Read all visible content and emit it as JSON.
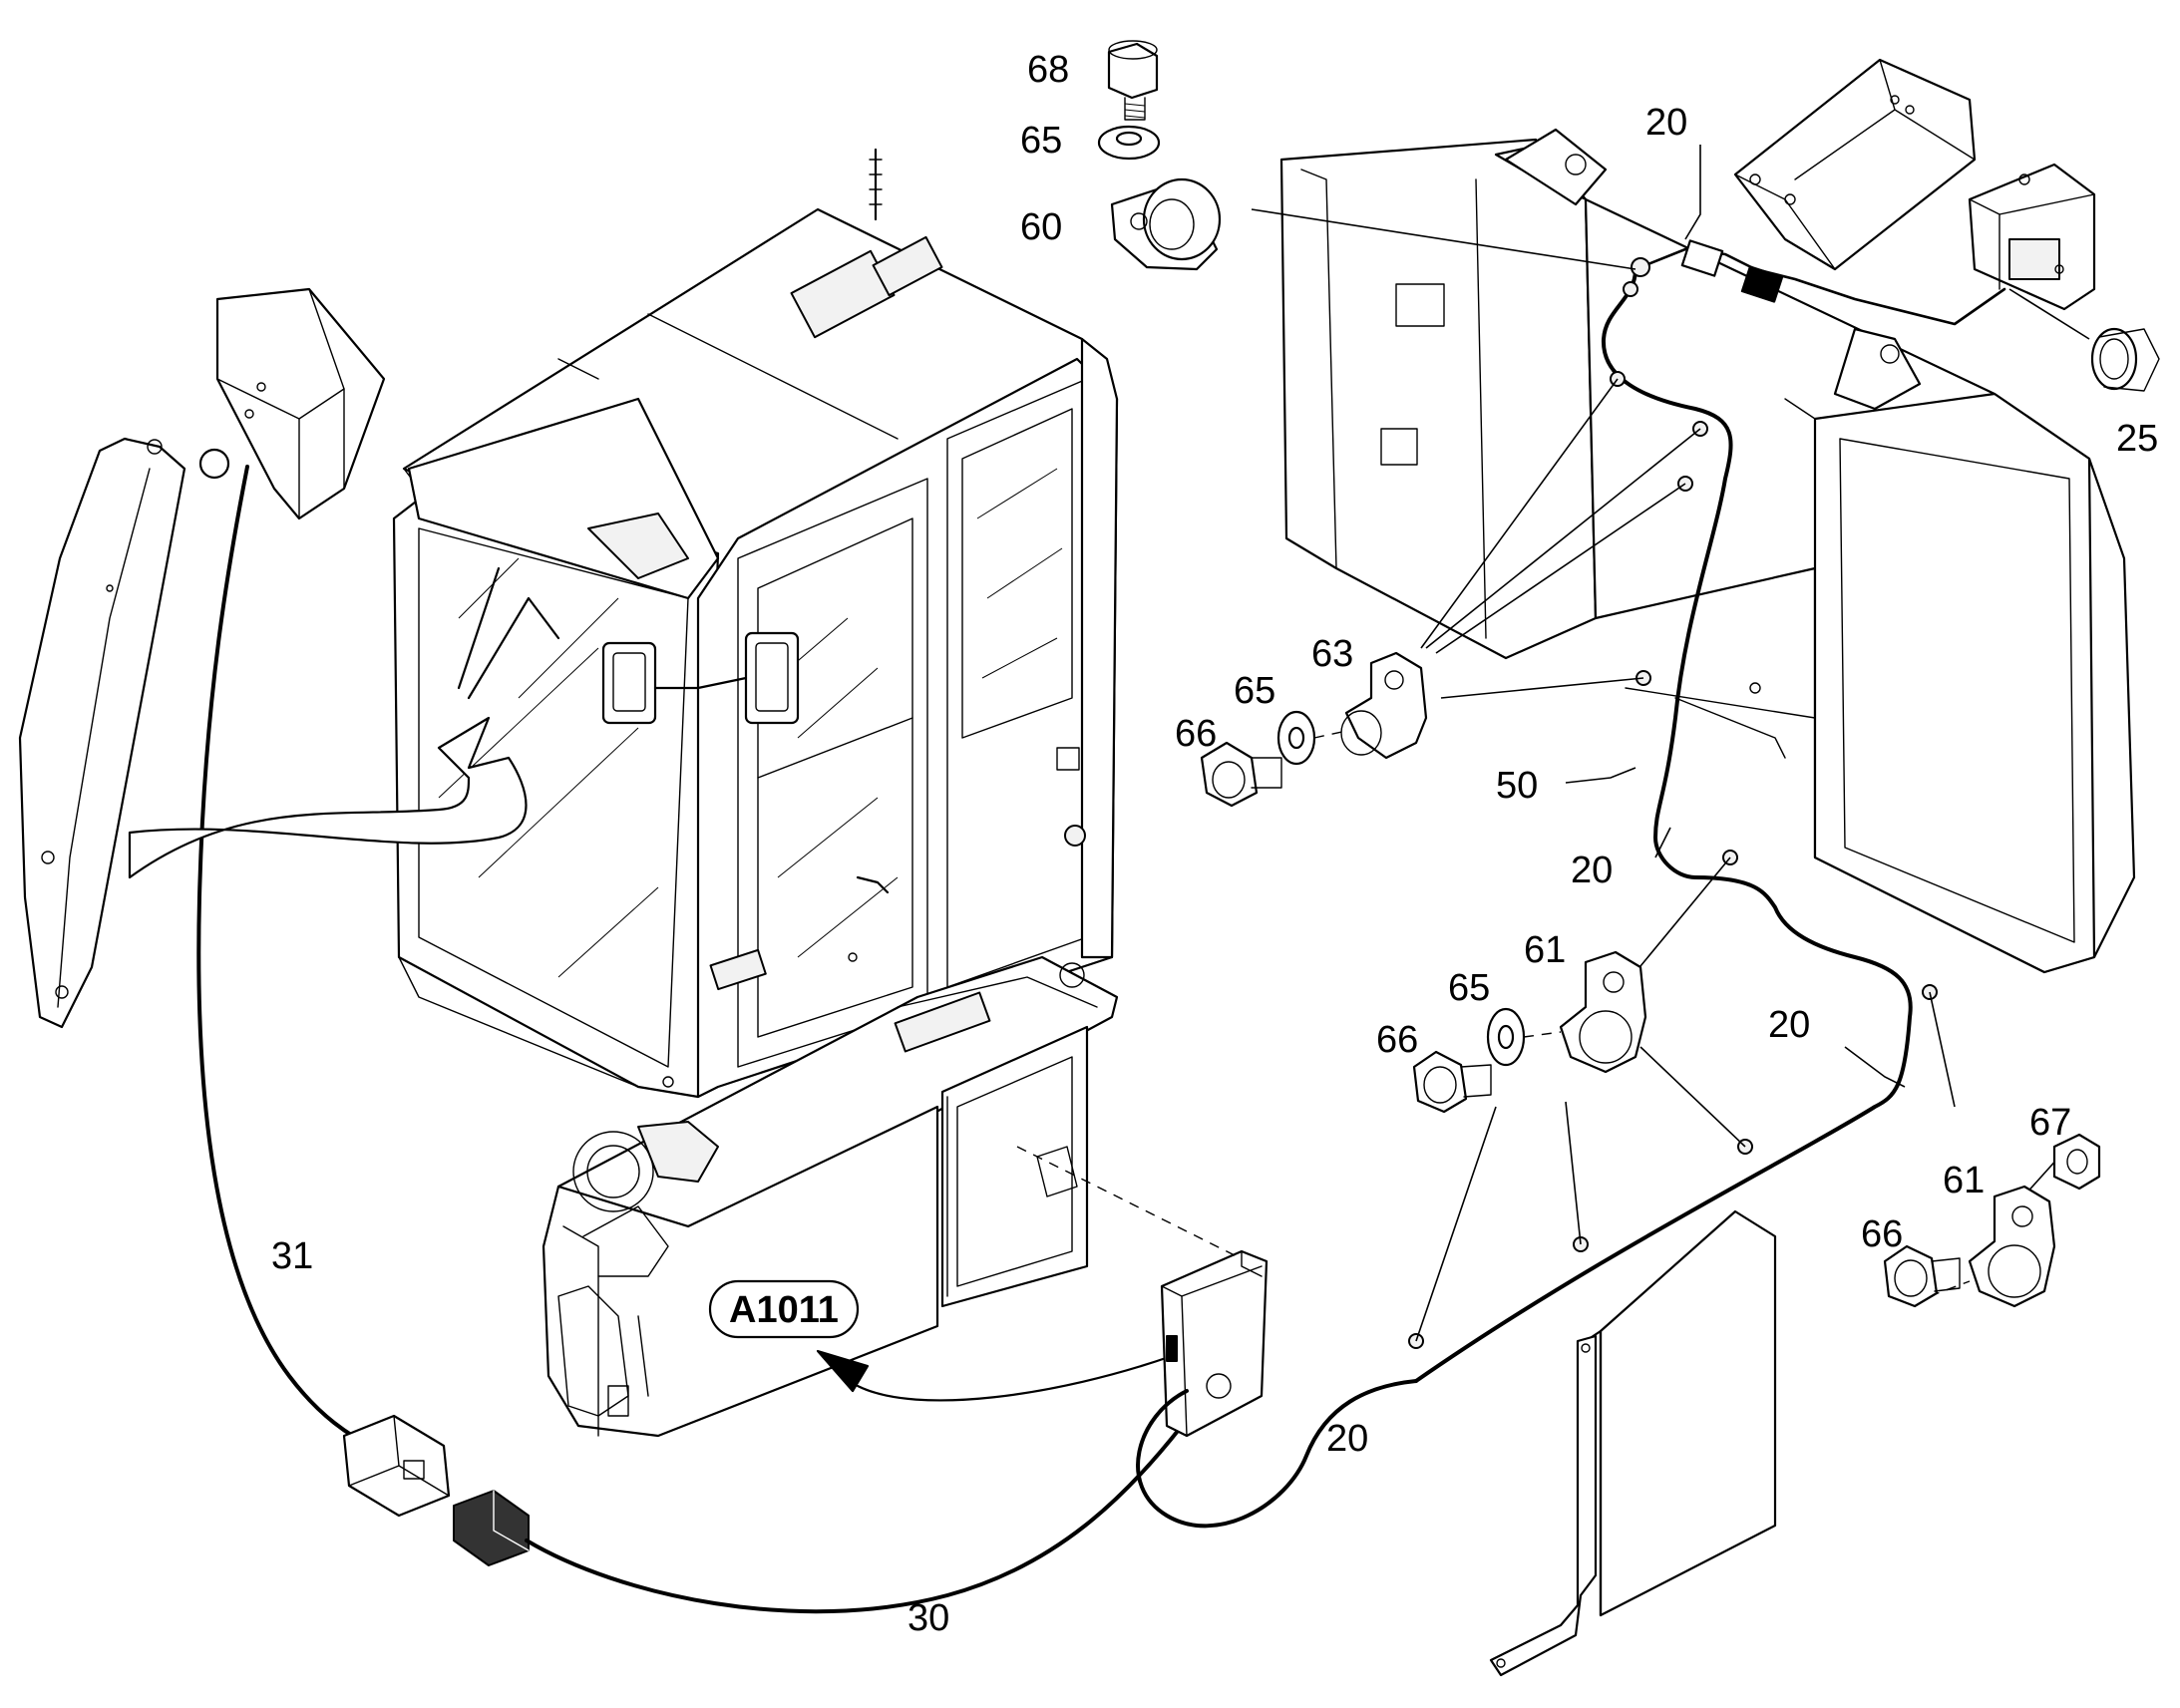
{
  "diagram": {
    "callouts": {
      "c68": "68",
      "c65_top": "65",
      "c60": "60",
      "c20_top": "20",
      "c25": "25",
      "c63": "63",
      "c65_mid": "65",
      "c66_mid": "66",
      "c50": "50",
      "c20_right1": "20",
      "c61_mid": "61",
      "c65_low": "65",
      "c66_low": "66",
      "c20_right2": "20",
      "c67": "67",
      "c61_low": "61",
      "c66_right": "66",
      "c31": "31",
      "c20_bottom": "20",
      "c30": "30"
    },
    "reference_label": "A1011"
  }
}
